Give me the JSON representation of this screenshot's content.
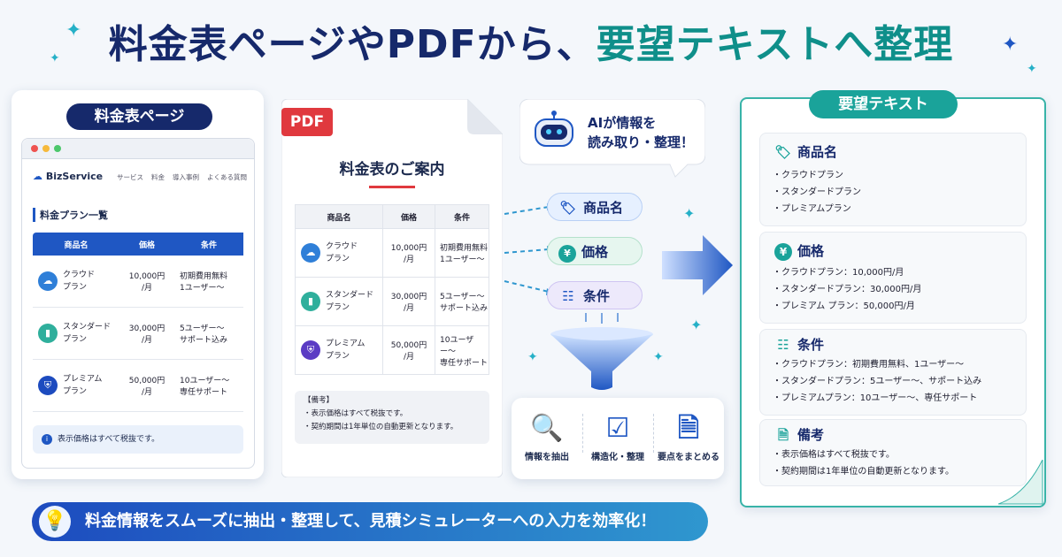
{
  "title": {
    "part1": "料金表ページやPDFから、",
    "part2": "要望テキストへ整理"
  },
  "icons": {
    "sparkle": "sparkle-icon",
    "cloud": "cloud-icon",
    "bar_chart": "bar-chart-icon",
    "shield": "shield-icon",
    "tag": "tag-icon",
    "yen": "yen-icon",
    "list": "list-icon",
    "magnifier": "magnifier-icon",
    "checklist": "checklist-icon",
    "document": "document-icon",
    "bulb": "lightbulb-icon",
    "robot": "robot-icon"
  },
  "colors": {
    "navy": "#16296b",
    "teal": "#0f8f8a",
    "blue": "#1f57c3",
    "red": "#e0393e"
  },
  "web": {
    "pill": "料金表ページ",
    "brand": "BizService",
    "nav": [
      "サービス",
      "料金",
      "導入事例",
      "よくある質問"
    ],
    "section_title": "料金プラン一覧",
    "headers": [
      "商品名",
      "価格",
      "条件"
    ],
    "rows": [
      {
        "name1": "クラウド",
        "name2": "プラン",
        "price1": "10,000円",
        "price2": "/月",
        "cond1": "初期費用無料",
        "cond2": "1ユーザー〜"
      },
      {
        "name1": "スタンダード",
        "name2": "プラン",
        "price1": "30,000円",
        "price2": "/月",
        "cond1": "5ユーザー〜",
        "cond2": "サポート込み"
      },
      {
        "name1": "プレミアム",
        "name2": "プラン",
        "price1": "50,000円",
        "price2": "/月",
        "cond1": "10ユーザー〜",
        "cond2": "専任サポート"
      }
    ],
    "note": "表示価格はすべて税抜です。"
  },
  "pdf": {
    "badge": "PDF",
    "title": "料金表のご案内",
    "headers": [
      "商品名",
      "価格",
      "条件"
    ],
    "rows": [
      {
        "name1": "クラウド",
        "name2": "プラン",
        "price1": "10,000円",
        "price2": "/月",
        "cond1": "初期費用無料",
        "cond2": "1ユーザー〜"
      },
      {
        "name1": "スタンダード",
        "name2": "プラン",
        "price1": "30,000円",
        "price2": "/月",
        "cond1": "5ユーザー〜",
        "cond2": "サポート込み"
      },
      {
        "name1": "プレミアム",
        "name2": "プラン",
        "price1": "50,000円",
        "price2": "/月",
        "cond1": "10ユーザー〜",
        "cond2": "専任サポート"
      }
    ],
    "note_title": "【備考】",
    "notes": [
      "・表示価格はすべて税抜です。",
      "・契約期間は1年単位の自動更新となります。"
    ]
  },
  "ai": {
    "line1": "AIが情報を",
    "line2": "読み取り・整理！"
  },
  "tags": [
    "商品名",
    "価格",
    "条件"
  ],
  "tools": [
    "情報を抽出",
    "構造化・整理",
    "要点をまとめる"
  ],
  "result": {
    "pill": "要望テキスト",
    "sections": [
      {
        "heading": "商品名",
        "items": [
          "・クラウドプラン",
          "・スタンダードプラン",
          "・プレミアムプラン"
        ]
      },
      {
        "heading": "価格",
        "items": [
          "・クラウドプラン：10,000円/月",
          "・スタンダードプラン：30,000円/月",
          "・プレミアム プラン：50,000円/月"
        ]
      },
      {
        "heading": "条件",
        "items": [
          "・クラウドプラン：初期費用無料、1ユーザー〜",
          "・スタンダードプラン：5ユーザー〜、サポート込み",
          "・プレミアムプラン：10ユーザー〜、専任サポート"
        ]
      },
      {
        "heading": "備考",
        "items": [
          "・表示価格はすべて税抜です。",
          "・契約期間は1年単位の自動更新となります。"
        ]
      }
    ]
  },
  "banner": "料金情報をスムーズに抽出・整理して、見積シミュレーターへの入力を効率化！"
}
